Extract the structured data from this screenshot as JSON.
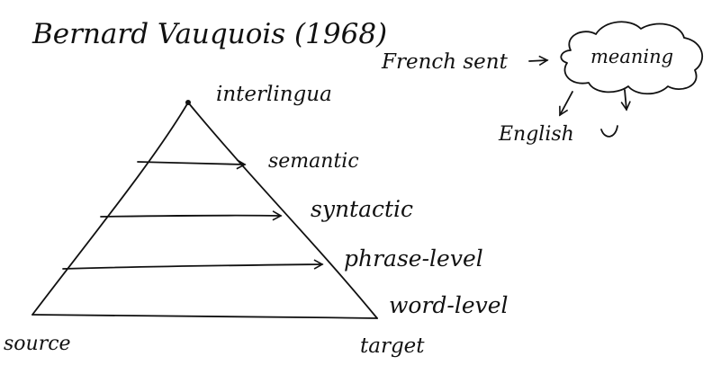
{
  "title": "Bernard Vauquois (1968)",
  "pyramid": {
    "apex_label": "interlingua",
    "levels": [
      "semantic",
      "syntactic",
      "phrase-level",
      "word-level"
    ],
    "source_label": "source",
    "target_label": "target"
  },
  "side_sketch": {
    "input_label": "French sent",
    "cloud_label": "meaning",
    "output_label": "English"
  },
  "colors": {
    "ink": "#111111",
    "background": "#ffffff"
  }
}
